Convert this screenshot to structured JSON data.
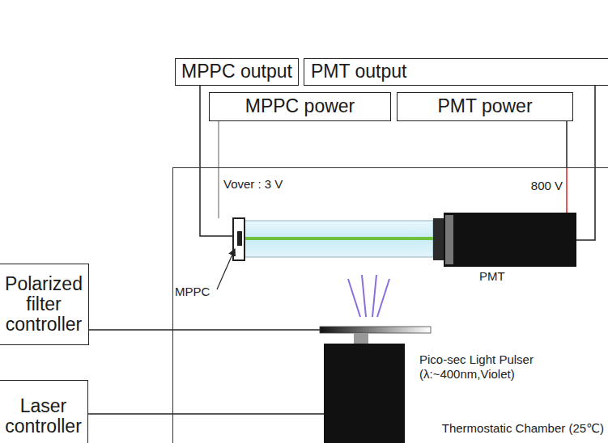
{
  "diagram": {
    "nodes": [
      {
        "text": [
          "MPPC output"
        ]
      },
      {
        "text": [
          "PMT output"
        ]
      },
      {
        "text": [
          "MPPC power"
        ]
      },
      {
        "text": [
          "PMT power"
        ]
      },
      {
        "text": [
          "Polarized filter controller"
        ]
      },
      {
        "text": [
          "Laser controller"
        ]
      },
      {
        "text": [
          "Thermostatic Chamber (25℃)"
        ]
      }
    ],
    "labels": [
      "Vover : 3 V",
      "800 V",
      "MPPC",
      "PMT",
      "Pico-sec Light Pulser (λ:~400nm,Violet)"
    ]
  }
}
